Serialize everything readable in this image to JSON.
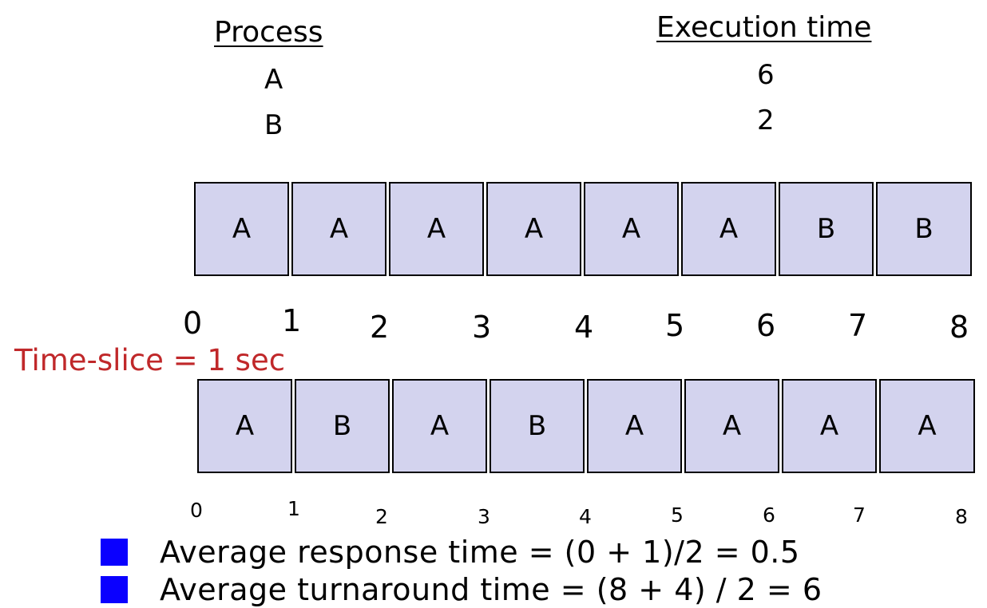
{
  "table": {
    "process_header": "Process",
    "exec_header": "Execution time",
    "rows": [
      {
        "process": "A",
        "time": "6"
      },
      {
        "process": "B",
        "time": "2"
      }
    ]
  },
  "timeline1": {
    "cells": [
      "A",
      "A",
      "A",
      "A",
      "A",
      "A",
      "B",
      "B"
    ],
    "ticks": [
      "0",
      "1",
      "2",
      "3",
      "4",
      "5",
      "6",
      "7",
      "8"
    ]
  },
  "slice_label": "Time-slice = 1 sec",
  "timeline2": {
    "cells": [
      "A",
      "B",
      "A",
      "B",
      "A",
      "A",
      "A",
      "A"
    ],
    "ticks": [
      "0",
      "1",
      "2",
      "3",
      "4",
      "5",
      "6",
      "7",
      "8"
    ]
  },
  "bullets": [
    "Average response time = (0 + 1)/2 = 0.5",
    "Average turnaround time = (8 + 4) / 2 = 6"
  ],
  "colors": {
    "cell_fill": "#d3d3ee",
    "slice_text": "#c0282a",
    "bullet": "#0a00ff"
  }
}
